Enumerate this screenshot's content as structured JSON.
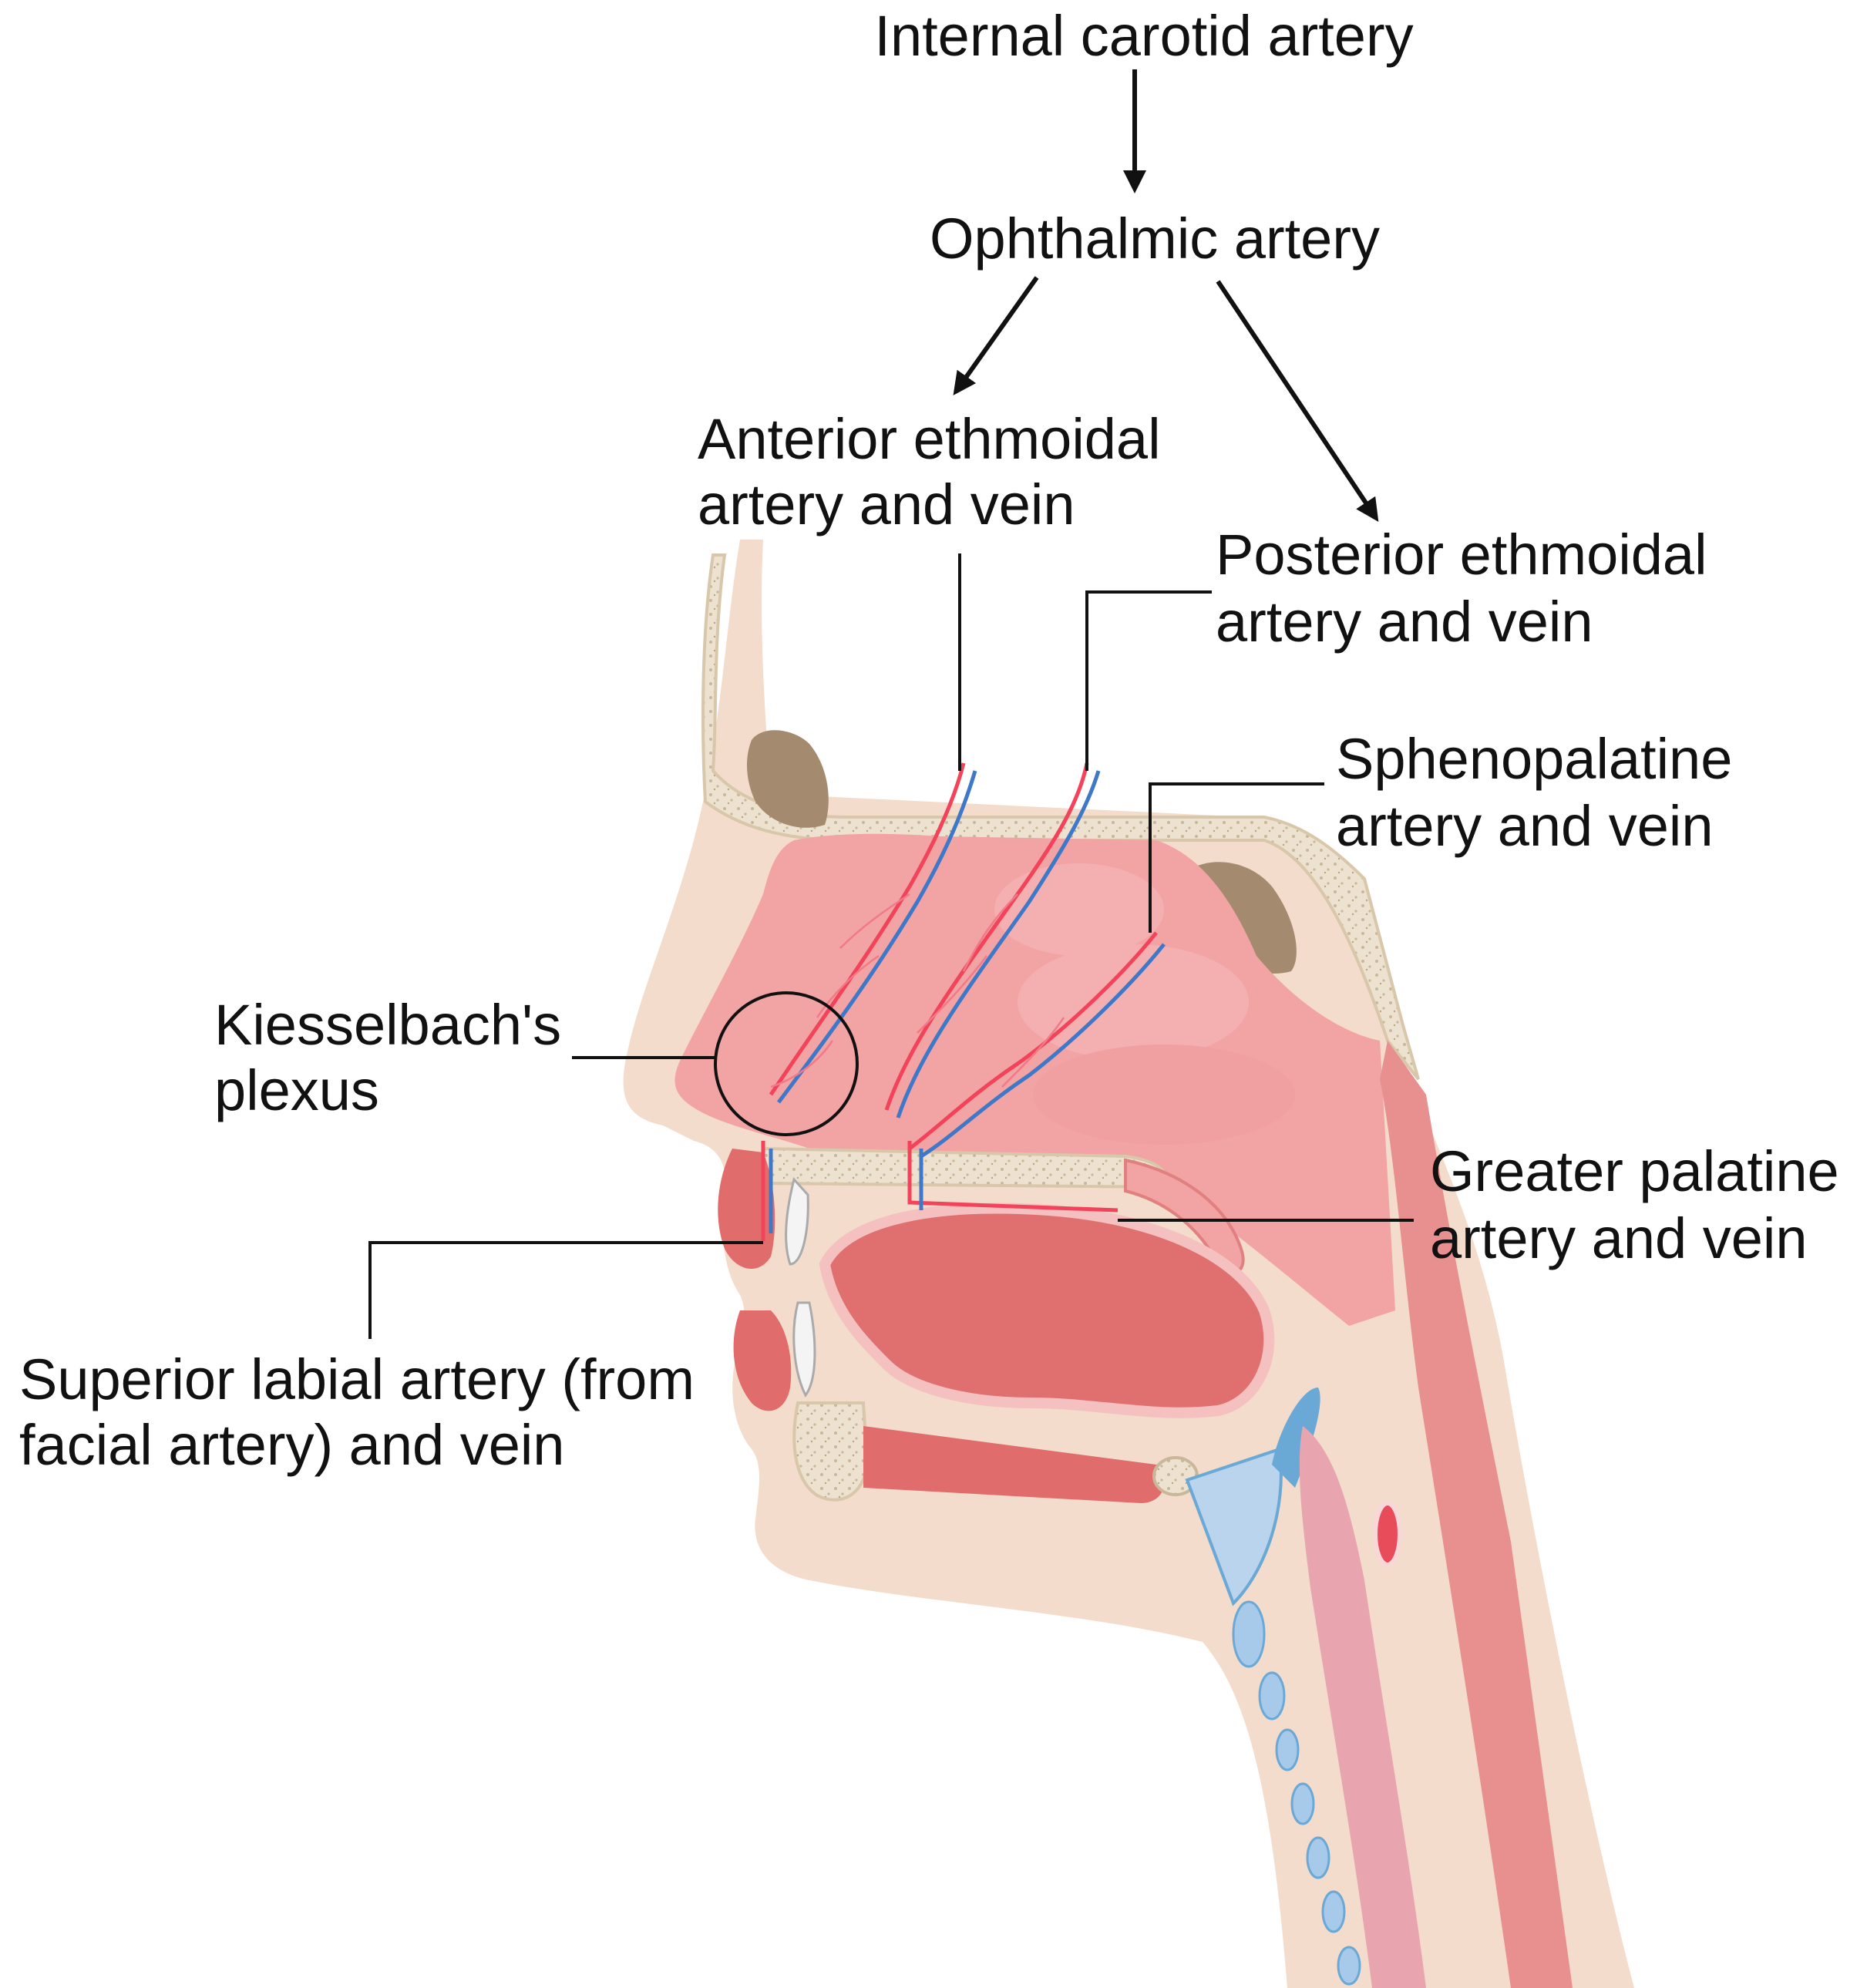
{
  "labels": {
    "internal_carotid": "Internal carotid artery",
    "ophthalmic": "Ophthalmic artery",
    "anterior_ethmoidal_1": "Anterior ethmoidal",
    "anterior_ethmoidal_2": "artery and vein",
    "posterior_ethmoidal_1": "Posterior ethmoidal",
    "posterior_ethmoidal_2": "artery and vein",
    "sphenopalatine_1": "Sphenopalatine",
    "sphenopalatine_2": "artery and vein",
    "kiesselbach_1": "Kiesselbach's",
    "kiesselbach_2": "plexus",
    "greater_palatine_1": "Greater palatine",
    "greater_palatine_2": "artery and vein",
    "superior_labial_1": "Superior labial artery (from",
    "superior_labial_2": "facial artery) and vein"
  },
  "colors": {
    "skin": "#f3dccb",
    "bone": "#ede2cf",
    "bone_speckle": "#c9b79a",
    "sinus": "#a48b70",
    "mucosa": "#f2a3a3",
    "mucosa_dark": "#ea8585",
    "muscle": "#e06c6c",
    "artery": "#f2435a",
    "vein": "#3f78c8",
    "cartilage": "#b9d4ec",
    "lymph": "#6aa9d6"
  }
}
